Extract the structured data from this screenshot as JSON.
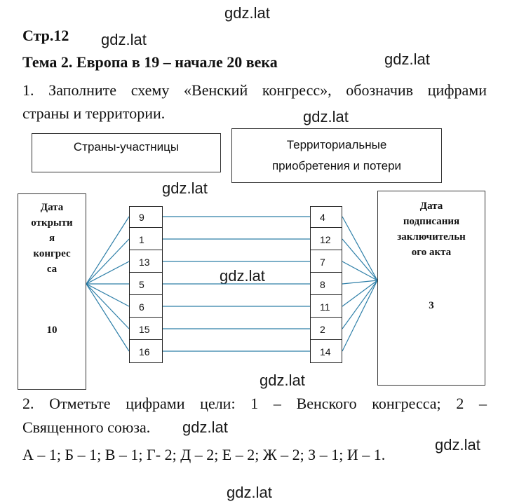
{
  "watermark": "gdz.lat",
  "page_ref": "Стр.12",
  "topic": "Тема 2. Европа в 19 – начале 20 века",
  "task1": {
    "line1": "1. Заполните схему «Венский конгресс», обозначив цифрами",
    "line2": "страны и территории.",
    "box_participants": "Страны-участницы",
    "box_territories": [
      "Территориальные",
      "приобретения и потери"
    ],
    "left_box": {
      "lines": [
        "Дата",
        "открыти",
        "я",
        "конгрес",
        "са"
      ],
      "value": "10"
    },
    "right_box": {
      "lines": [
        "Дата",
        "подписания",
        "заключительн",
        "ого акта"
      ],
      "value": "3"
    },
    "left_column": [
      "9",
      "1",
      "13",
      "5",
      "6",
      "15",
      "16"
    ],
    "right_column": [
      "4",
      "12",
      "7",
      "8",
      "11",
      "2",
      "14"
    ]
  },
  "task2": {
    "line1": "2. Отметьте цифрами цели: 1 – Венского конгресса; 2 –",
    "line2": "Священного союза.",
    "answer": "А – 1; Б – 1; В – 1; Г- 2; Д – 2; Е – 2; Ж – 2; З – 1; И – 1."
  }
}
